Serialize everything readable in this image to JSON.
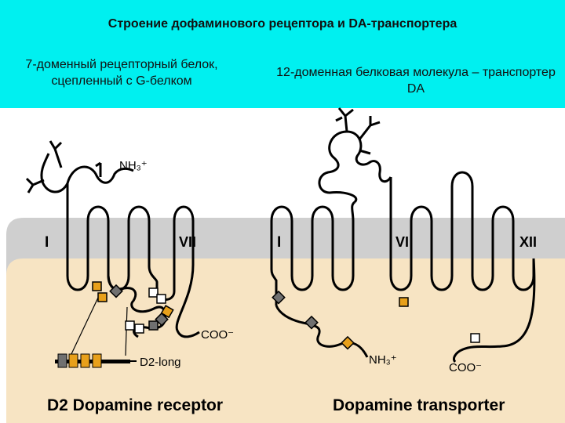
{
  "header": {
    "title": "Строение дофаминового рецептора и  DA-транспортера",
    "left_subtitle": "7-доменный рецепторный белок, сцепленный с G-белком",
    "right_subtitle": "12-доменная белковая молекула – транспортер DA"
  },
  "receptor": {
    "label_first_domain": "I",
    "label_last_domain": "VII",
    "n_terminus": "NH₃⁺",
    "c_terminus": "COO⁻",
    "inset_label": "D2-long",
    "caption": "D2 Dopamine receptor"
  },
  "transporter": {
    "label_first_domain": "I",
    "label_middle_domain": "VI",
    "label_last_domain": "XII",
    "n_terminus": "NH₃⁺",
    "c_terminus": "COO⁻",
    "caption": "Dopamine transporter"
  },
  "colors": {
    "header_bg": "#00f0f0",
    "membrane": "#cfcfcf",
    "cytoplasm": "#f7e4c3",
    "site_orange": "#e8a01a",
    "site_gray": "#707070",
    "site_white": "#ffffff"
  }
}
